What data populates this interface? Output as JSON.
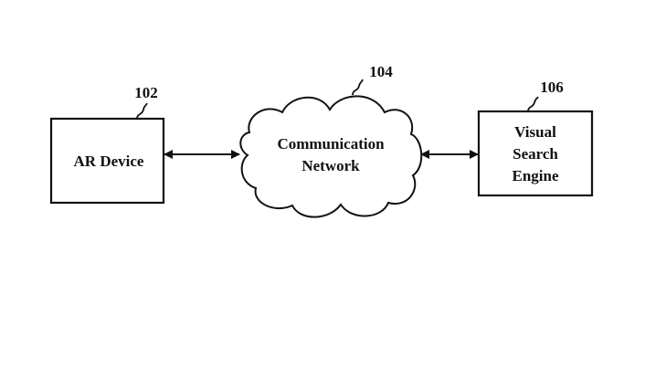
{
  "diagram": {
    "nodes": [
      {
        "id": "102",
        "ref": "102",
        "lines": [
          "AR Device"
        ]
      },
      {
        "id": "104",
        "ref": "104",
        "lines": [
          "Communication",
          "Network"
        ]
      },
      {
        "id": "106",
        "ref": "106",
        "lines": [
          "Visual",
          "Search",
          "Engine"
        ]
      }
    ],
    "edges": [
      {
        "from": "102",
        "to": "104",
        "type": "bidirectional"
      },
      {
        "from": "104",
        "to": "106",
        "type": "bidirectional"
      }
    ]
  }
}
